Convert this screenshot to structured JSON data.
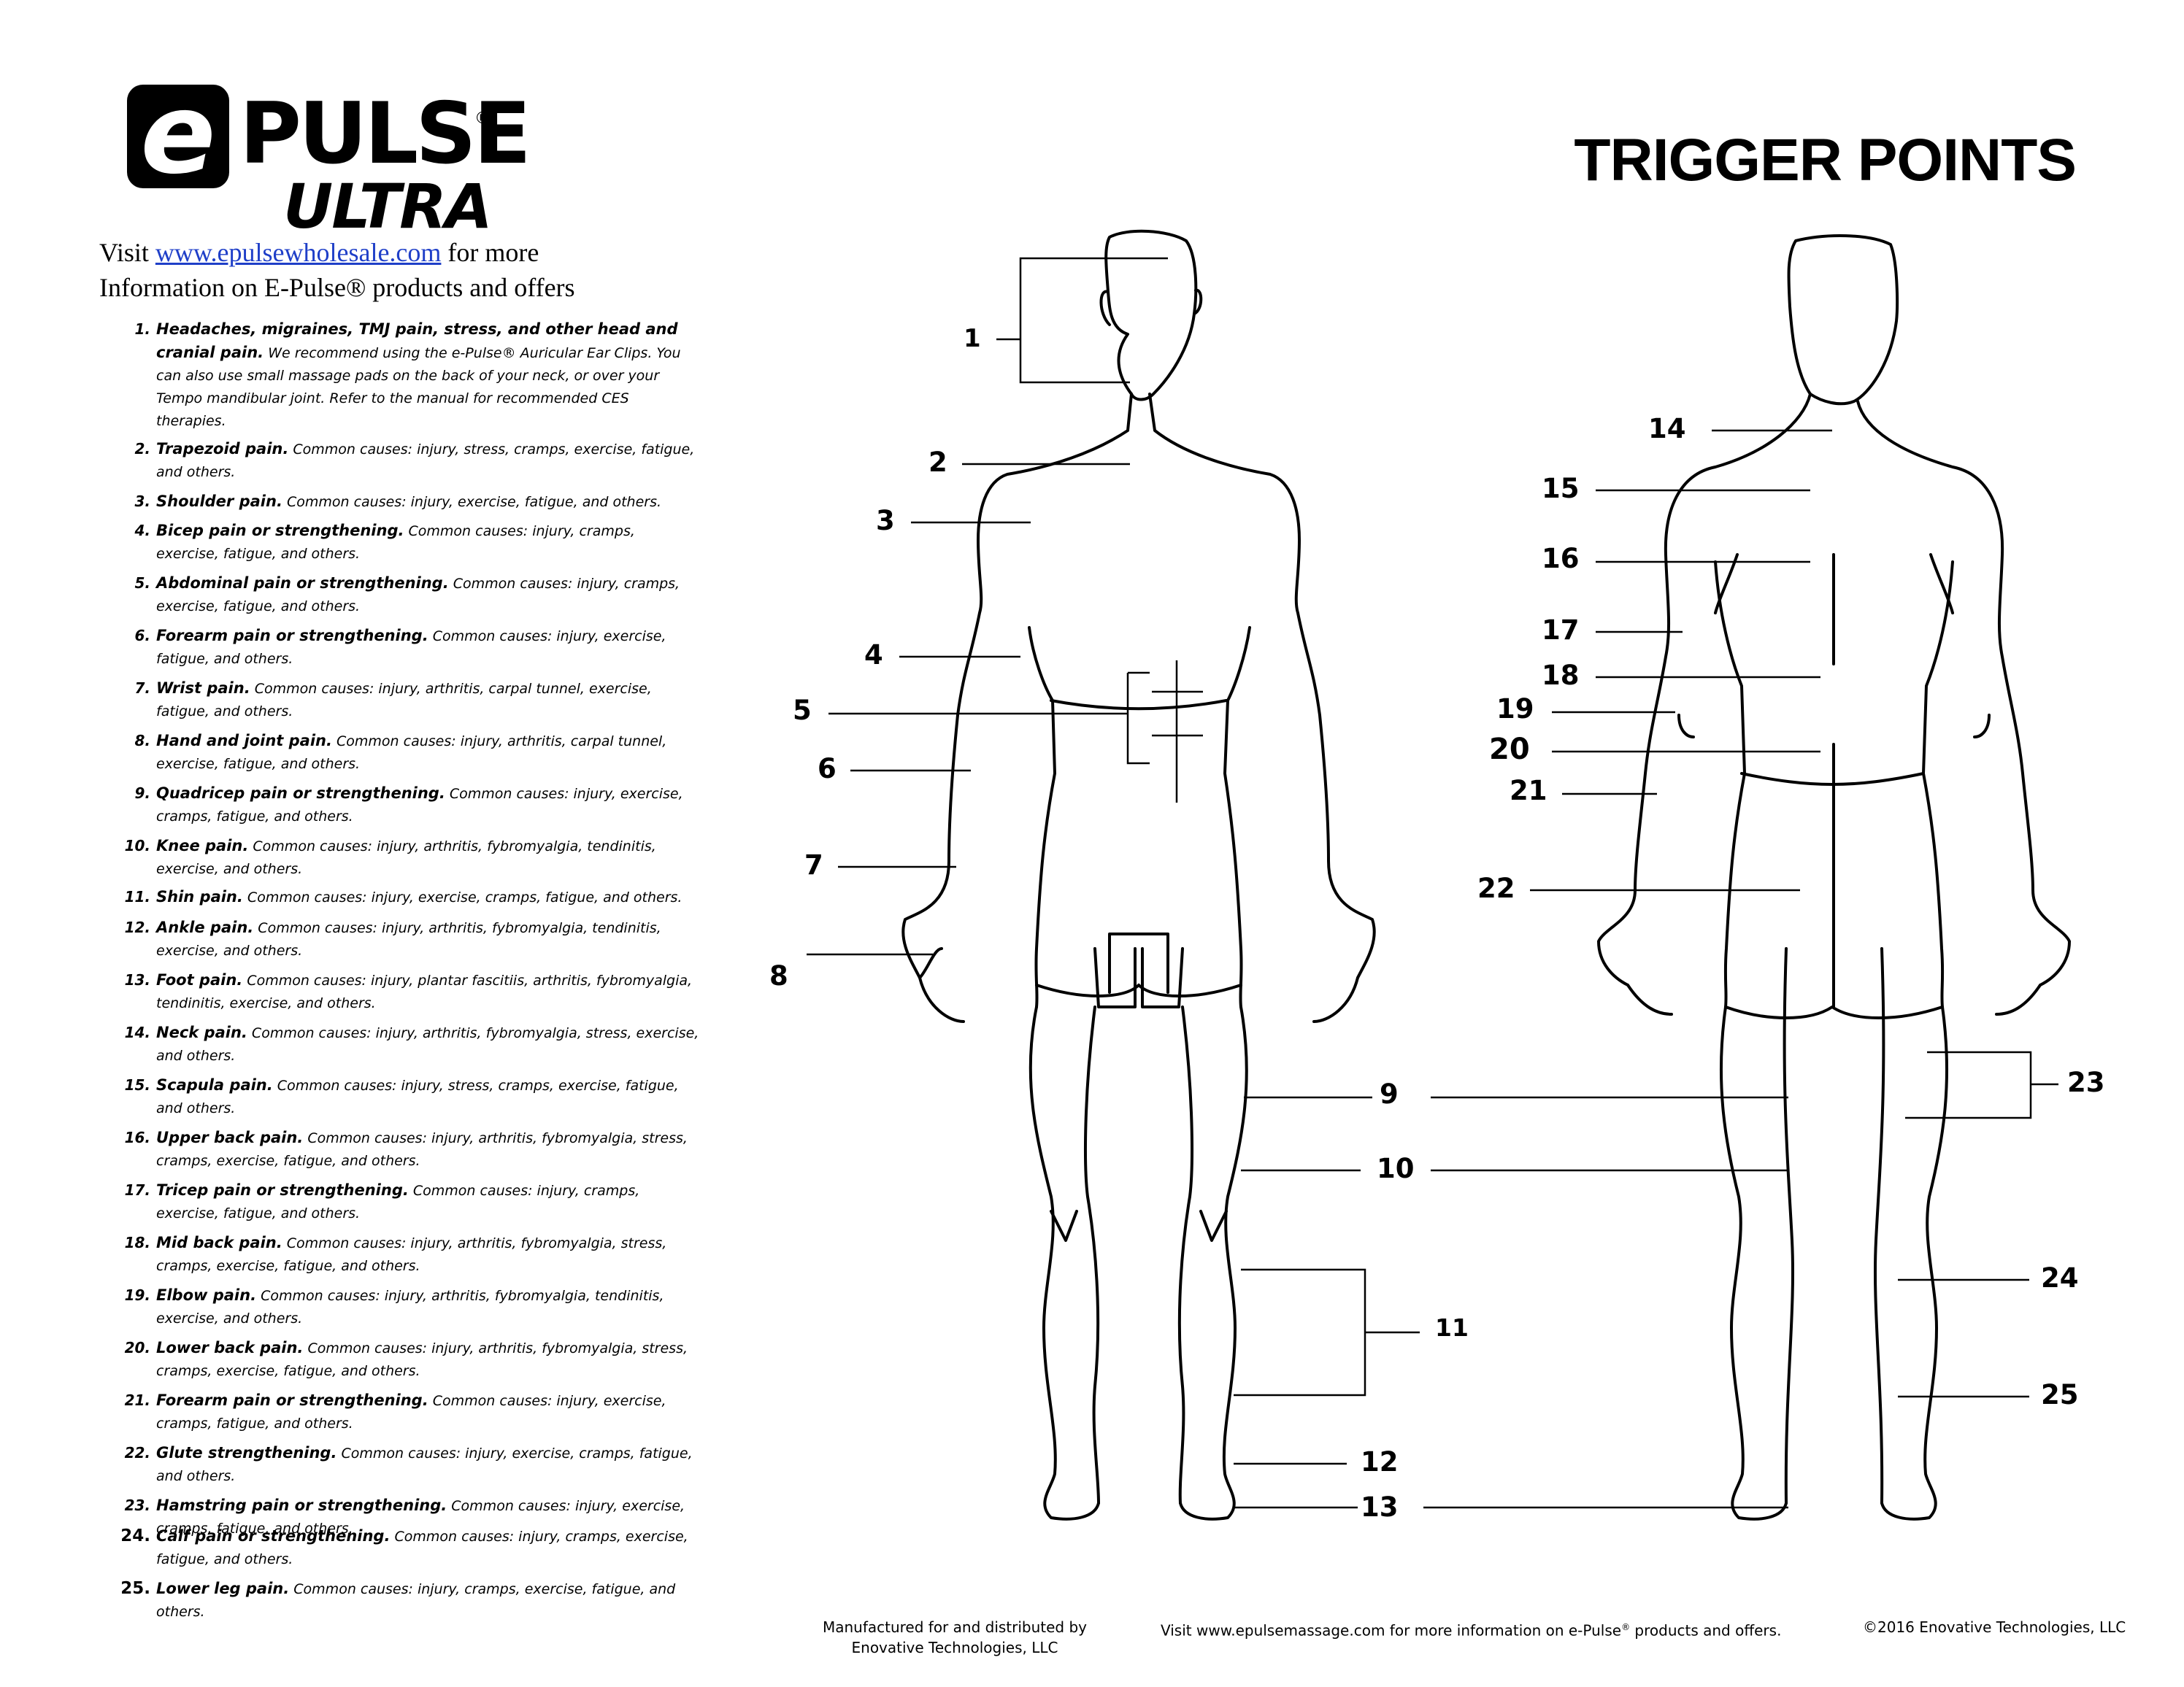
{
  "logo": {
    "e": "e",
    "pulse": "PULSE",
    "reg": "®",
    "ultra": "ULTRA"
  },
  "visit": {
    "line1_pre": "Visit ",
    "link": "www.epulsewholesale.com",
    "line1_post": " for more",
    "line2": "Information on E-Pulse® products and offers"
  },
  "title": "TRIGGER POINTS",
  "items": [
    {
      "num": "1.",
      "heading": "Headaches, migraines, TMJ pain, stress, and other head and cranial pain.",
      "text": "We recommend using the e-Pulse® Auricular Ear Clips. You can also use small massage pads on the back of your neck, or over your Tempo mandibular joint. Refer to the manual for recommended CES therapies."
    },
    {
      "num": "2.",
      "heading": "Trapezoid pain.",
      "text": "Common causes: injury, stress, cramps, exercise, fatigue, and others."
    },
    {
      "num": "3.",
      "heading": "Shoulder pain.",
      "text": "Common causes: injury, exercise, fatigue, and others."
    },
    {
      "num": "4.",
      "heading": "Bicep pain or strengthening.",
      "text": "Common causes: injury, cramps, exercise, fatigue, and others."
    },
    {
      "num": "5.",
      "heading": "Abdominal pain or strengthening.",
      "text": "Common causes: injury, cramps, exercise, fatigue, and others."
    },
    {
      "num": "6.",
      "heading": "Forearm pain or strengthening.",
      "text": "Common causes: injury, exercise, fatigue, and others."
    },
    {
      "num": "7.",
      "heading": "Wrist pain.",
      "text": "Common causes: injury, arthritis, carpal tunnel, exercise, fatigue, and others."
    },
    {
      "num": "8.",
      "heading": "Hand and joint pain.",
      "text": "Common causes: injury, arthritis, carpal tunnel, exercise, fatigue, and others."
    },
    {
      "num": "9.",
      "heading": "Quadricep pain or strengthening.",
      "text": "Common causes: injury, exercise, cramps, fatigue, and others."
    },
    {
      "num": "10.",
      "heading": "Knee pain.",
      "text": "Common causes: injury, arthritis, fybromyalgia, tendinitis, exercise, and others."
    },
    {
      "num": "11.",
      "heading": "Shin pain.",
      "text": "Common causes: injury, exercise, cramps, fatigue, and others."
    },
    {
      "num": "12.",
      "heading": "Ankle pain.",
      "text": "Common causes: injury, arthritis, fybromyalgia, tendinitis, exercise, and others."
    },
    {
      "num": "13.",
      "heading": "Foot pain.",
      "text": "Common causes: injury, plantar fascitiis, arthritis, fybromyalgia, tendinitis, exercise, and others."
    },
    {
      "num": "14.",
      "heading": "Neck pain.",
      "text": "Common causes: injury, arthritis, fybromyalgia, stress, exercise, and others."
    },
    {
      "num": "15.",
      "heading": "Scapula pain.",
      "text": "Common causes: injury, stress, cramps, exercise, fatigue, and others."
    },
    {
      "num": "16.",
      "heading": "Upper back pain.",
      "text": "Common causes: injury, arthritis, fybromyalgia, stress, cramps, exercise, fatigue, and others."
    },
    {
      "num": "17.",
      "heading": "Tricep pain or strengthening.",
      "text": "Common causes: injury, cramps, exercise, fatigue, and others."
    },
    {
      "num": "18.",
      "heading": "Mid back pain.",
      "text": "Common causes: injury, arthritis, fybromyalgia, stress, cramps, exercise, fatigue, and others."
    },
    {
      "num": "19.",
      "heading": "Elbow pain.",
      "text": "Common causes: injury, arthritis, fybromyalgia, tendinitis, exercise, and others."
    },
    {
      "num": "20.",
      "heading": "Lower back pain.",
      "text": "Common causes: injury, arthritis, fybromyalgia, stress, cramps, exercise, fatigue, and others."
    },
    {
      "num": "21.",
      "heading": "Forearm pain or strengthening.",
      "text": "Common causes: injury, exercise, cramps, fatigue, and others."
    },
    {
      "num": "22.",
      "heading": "Glute strengthening.",
      "text": "Common causes: injury, exercise, cramps, fatigue, and others."
    },
    {
      "num": "23.",
      "heading": "Hamstring pain or strengthening.",
      "text": "Common causes: injury, exercise, cramps, fatigue, and others."
    },
    {
      "num": "24.",
      "heading": "Calf pain or strengthening.",
      "text": "Common causes: injury, cramps, exercise, fatigue, and others."
    },
    {
      "num": "25.",
      "heading": "Lower leg pain.",
      "text": "Common causes: injury, cramps, exercise, fatigue, and others."
    }
  ],
  "labels": [
    "1",
    "2",
    "3",
    "4",
    "5",
    "6",
    "7",
    "8",
    "9",
    "10",
    "11",
    "12",
    "13",
    "14",
    "15",
    "16",
    "17",
    "18",
    "19",
    "20",
    "21",
    "22",
    "23",
    "24",
    "25"
  ],
  "footer": {
    "manufactured_line1": "Manufactured for and distributed by",
    "manufactured_line2": "Enovative Technologies, LLC",
    "visit_pre": "Visit www.epulsemassage.com for more information on e-Pulse",
    "visit_reg": "®",
    "visit_post": " products and offers.",
    "copyright": "©2016 Enovative Technologies, LLC"
  }
}
